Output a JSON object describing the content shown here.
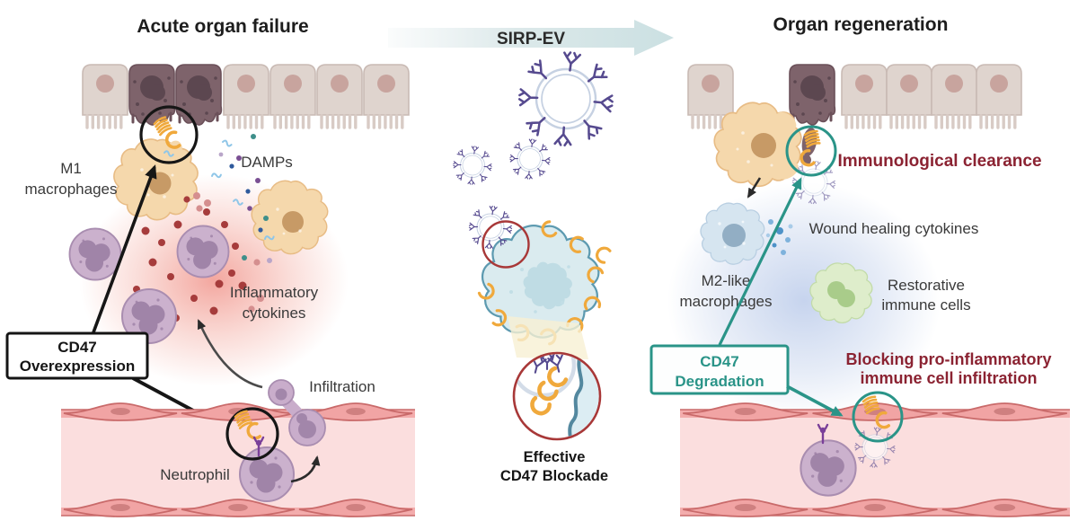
{
  "diagram": {
    "left_panel": {
      "title": "Acute organ failure",
      "m1_label": [
        "M1",
        "macrophages"
      ],
      "damps_label": "DAMPs",
      "inflammatory_label": [
        "Inflammatory",
        "cytokines"
      ],
      "cd47_box": [
        "CD47",
        "Overexpression"
      ],
      "infiltration_label": "Infiltration",
      "neutrophil_label": "Neutrophil"
    },
    "center_panel": {
      "arrow_label": "SIRP-EV",
      "blockade_label": [
        "Effective",
        "CD47 Blockade"
      ]
    },
    "right_panel": {
      "title": "Organ regeneration",
      "clearance_label": "Immunological clearance",
      "wound_label": "Wound healing cytokines",
      "m2_label": [
        "M2-like",
        "macrophages"
      ],
      "restorative_label": [
        "Restorative",
        "immune cells"
      ],
      "cd47_box": [
        "CD47",
        "Degradation"
      ],
      "blocking_label": [
        "Blocking pro-inflammatory",
        "immune cell infiltration"
      ]
    },
    "colors": {
      "dark_red_text": "#8B2332",
      "teal_accent": "#2A9488",
      "highlight_circle_red": "#A83838",
      "cd47_orange": "#F0A93C",
      "ev_purple": "#564A8F",
      "vessel_pink": "#FBDEDE",
      "epithelium_beige": "#DFD4CE",
      "damaged_cell": "#7E636B"
    }
  }
}
